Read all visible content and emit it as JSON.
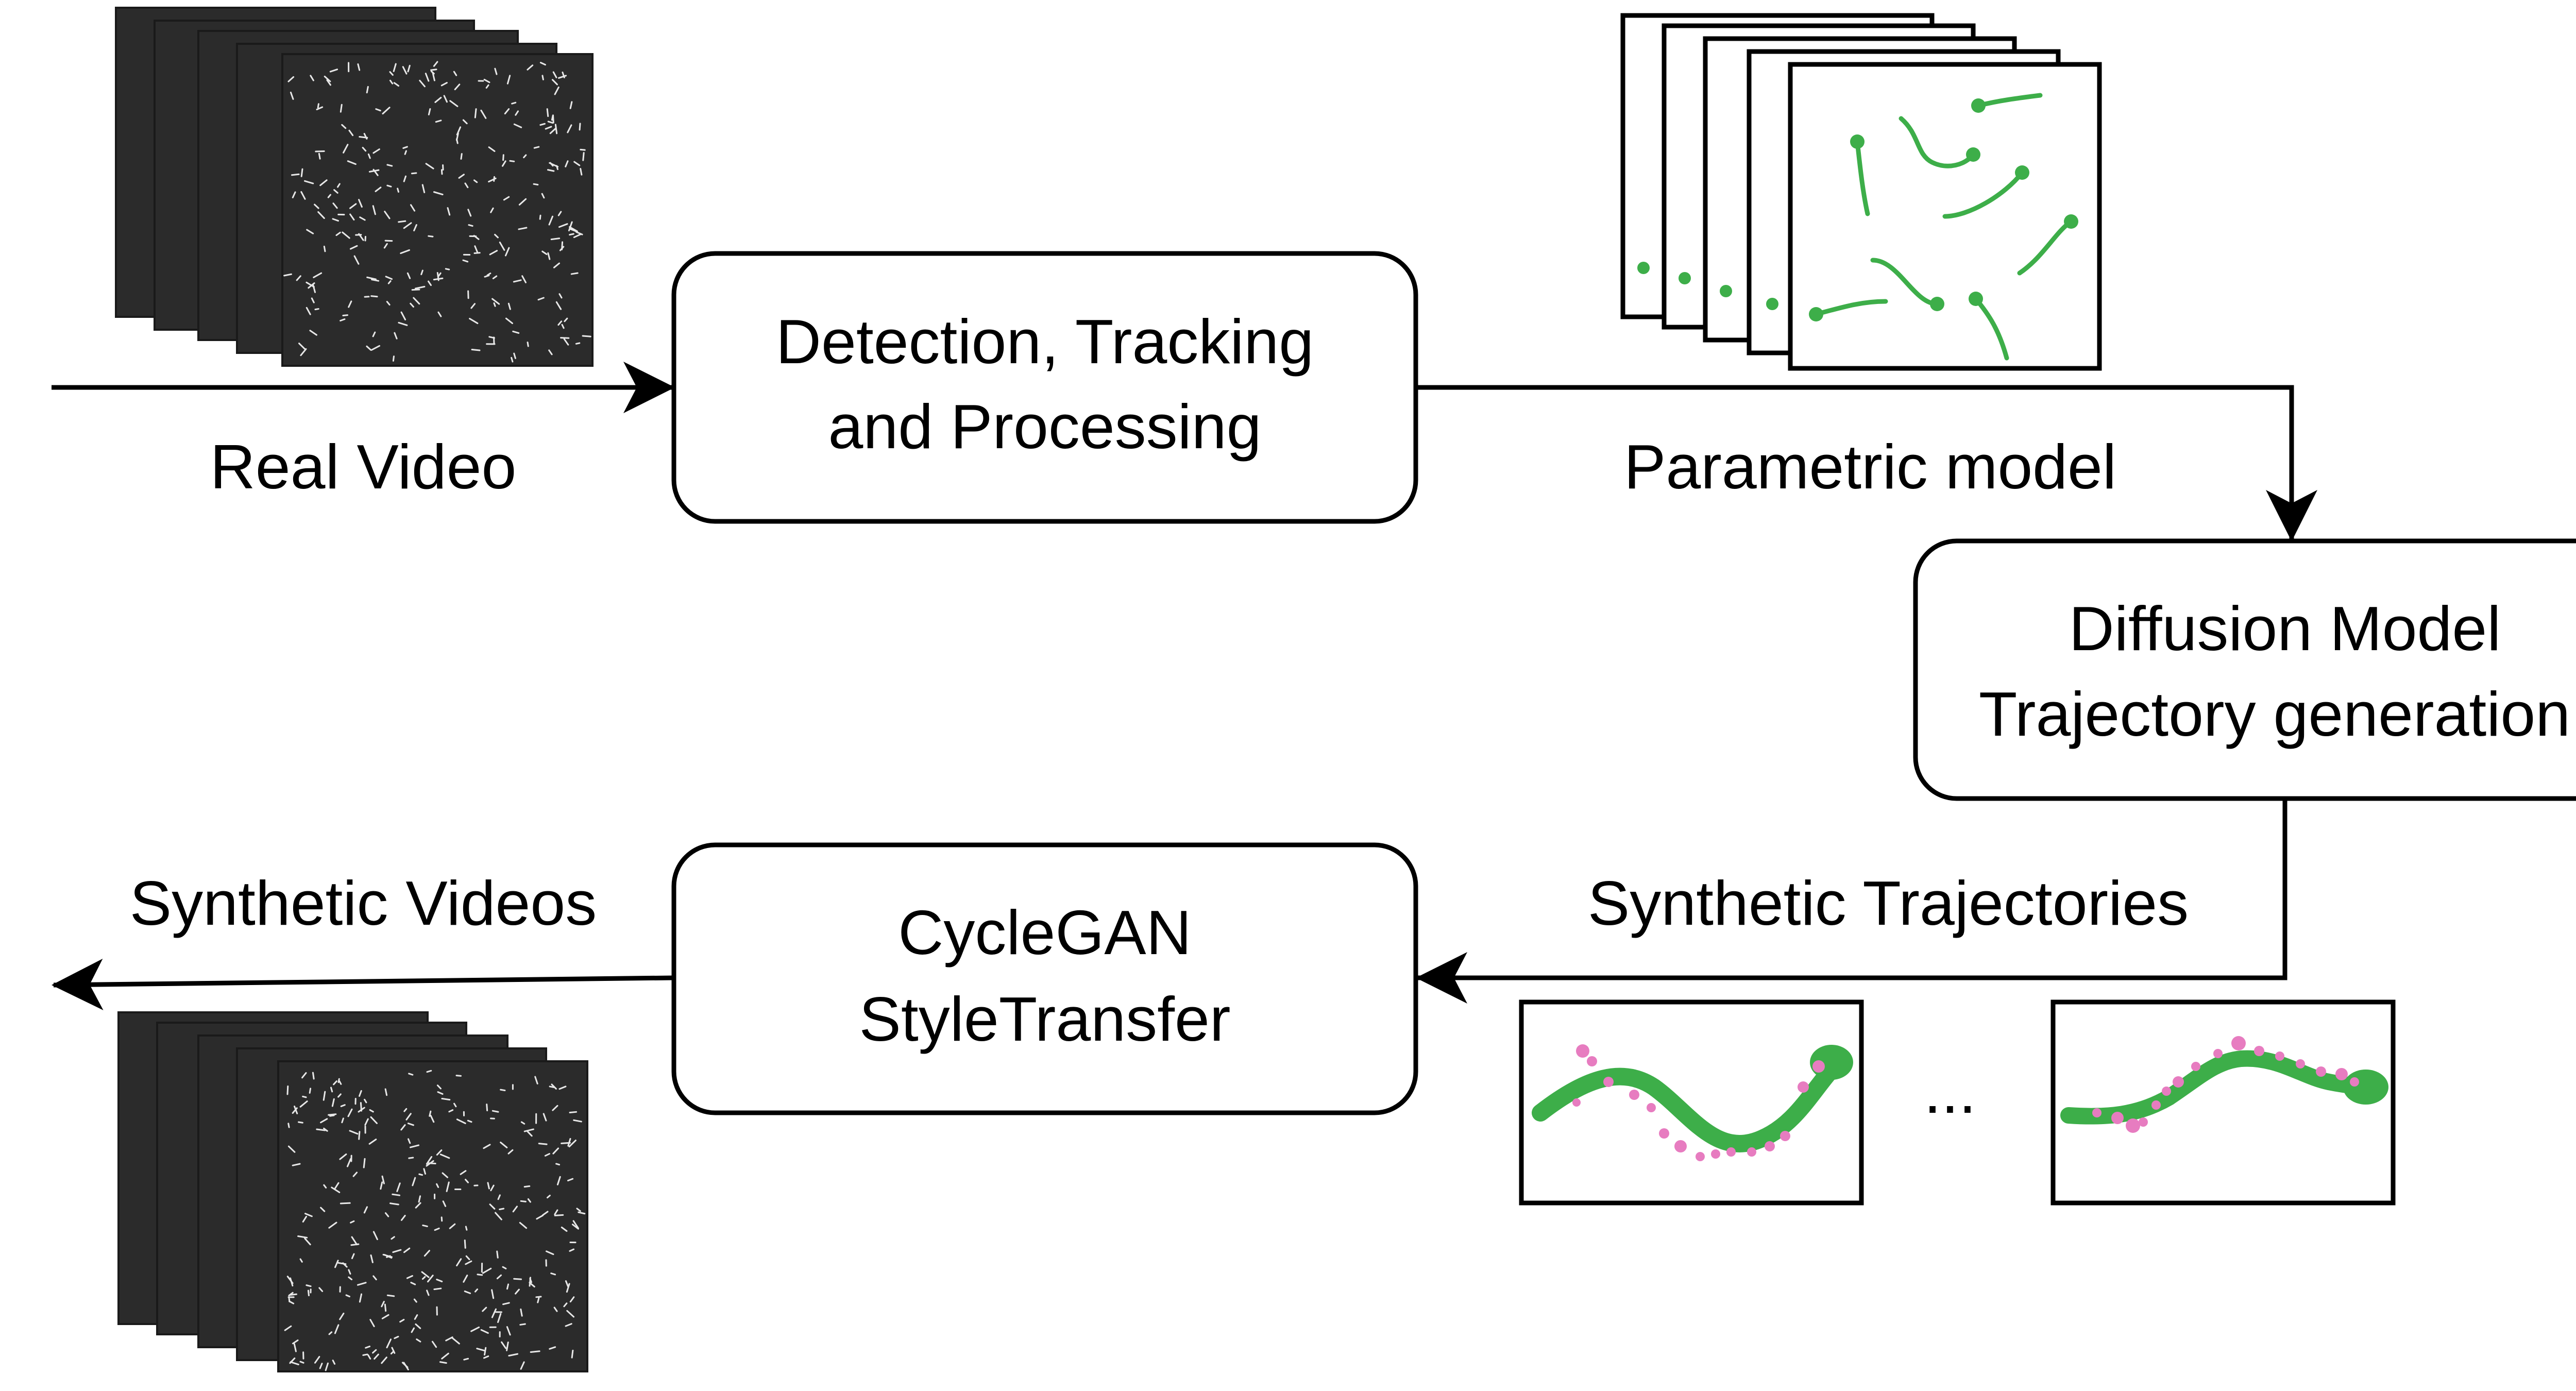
{
  "nodes": {
    "detection": {
      "line1": "Detection, Tracking",
      "line2": "and Processing"
    },
    "diffusion": {
      "line1": "Diffusion Model",
      "line2": "Trajectory generation"
    },
    "cyclegan": {
      "line1": "CycleGAN",
      "line2": "StyleTransfer"
    }
  },
  "edges": {
    "real_video": "Real Video",
    "parametric_model": "Parametric model",
    "synthetic_trajectories": "Synthetic Trajectories",
    "synthetic_videos": "Synthetic Videos"
  },
  "ellipsis": "...",
  "colors": {
    "trajectory_green": "#3dae49",
    "noise_pink": "#e77cc0",
    "video_background": "#2b2b2b",
    "stroke": "#000000"
  }
}
